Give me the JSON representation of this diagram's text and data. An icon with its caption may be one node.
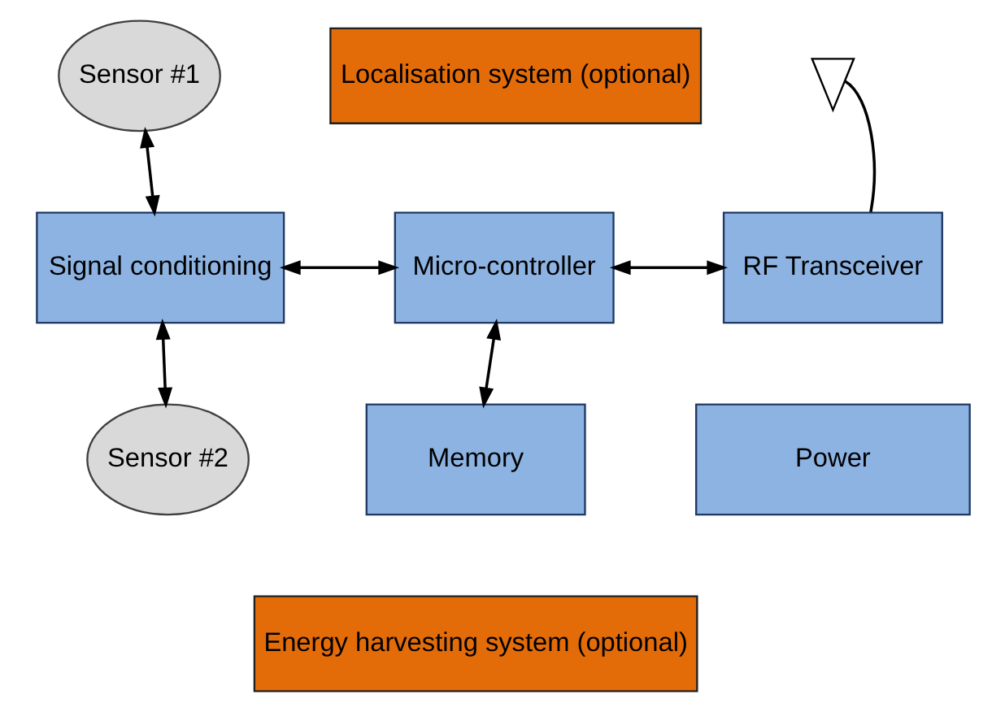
{
  "diagram": {
    "nodes": [
      {
        "text": [
          "Sensor #1"
        ]
      },
      {
        "text": [
          "Localisation system (optional)"
        ]
      },
      {
        "text": [],
        "shape": "antenna"
      },
      {
        "text": [
          "Signal conditioning"
        ]
      },
      {
        "text": [
          "Micro-controller"
        ]
      },
      {
        "text": [
          "RF Transceiver"
        ]
      },
      {
        "text": [
          "Sensor #2"
        ]
      },
      {
        "text": [
          "Memory"
        ]
      },
      {
        "text": [
          "Power"
        ]
      },
      {
        "text": [
          "Energy harvesting system (optional)"
        ]
      }
    ],
    "edges": [
      {
        "from": 0,
        "to": 3,
        "arrow": "both"
      },
      {
        "from": 3,
        "to": 6,
        "arrow": "both"
      },
      {
        "from": 3,
        "to": 4,
        "arrow": "both"
      },
      {
        "from": 4,
        "to": 5,
        "arrow": "both"
      },
      {
        "from": 4,
        "to": 7,
        "arrow": "both"
      },
      {
        "from": 5,
        "to": 2,
        "arrow": "none"
      }
    ]
  }
}
